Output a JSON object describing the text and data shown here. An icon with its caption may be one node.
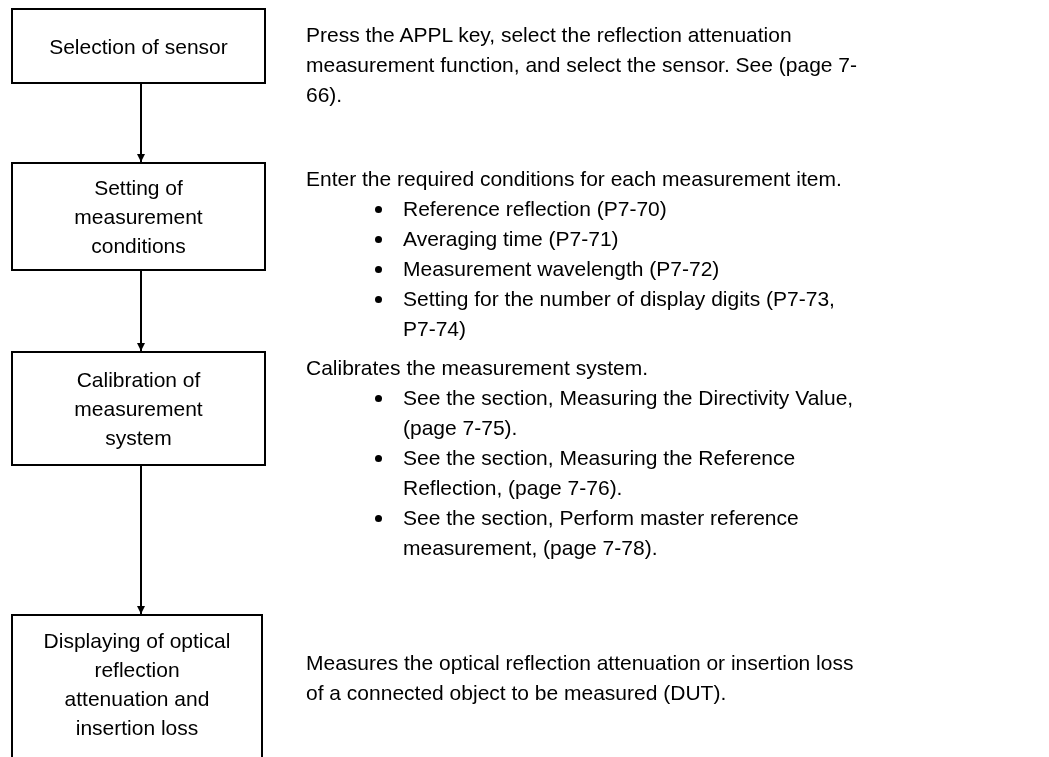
{
  "diagram": {
    "nodes": [
      {
        "text": [
          "Selection of sensor"
        ],
        "beside": [
          "Press the APPL key, select the reflection attenuation measurement function, and select the sensor. See (page 7-66)."
        ]
      },
      {
        "text": [
          "Setting of measurement conditions"
        ],
        "beside": [
          "Enter the required conditions for each measurement item.",
          "Reference reflection (P7-70)",
          "Averaging time (P7-71)",
          "Measurement wavelength (P7-72)",
          "Setting for the number of display digits (P7-73, P7-74)"
        ]
      },
      {
        "text": [
          "Calibration of measurement system"
        ],
        "beside": [
          "Calibrates the measurement system.",
          "See the section, Measuring the Directivity Value, (page 7-75).",
          "See the section, Measuring the Reference Reflection, (page 7-76).",
          "See the section, Perform master reference measurement, (page 7-78)."
        ]
      },
      {
        "text": [
          "Displaying of optical reflection attenuation and insertion loss"
        ],
        "beside": [
          "Measures the optical reflection attenuation or insertion loss of a connected object to be measured (DUT)."
        ]
      }
    ],
    "edges": [
      {
        "from": 0,
        "to": 1,
        "arrow": "to"
      },
      {
        "from": 1,
        "to": 2,
        "arrow": "to"
      },
      {
        "from": 2,
        "to": 3,
        "arrow": "to"
      }
    ]
  }
}
